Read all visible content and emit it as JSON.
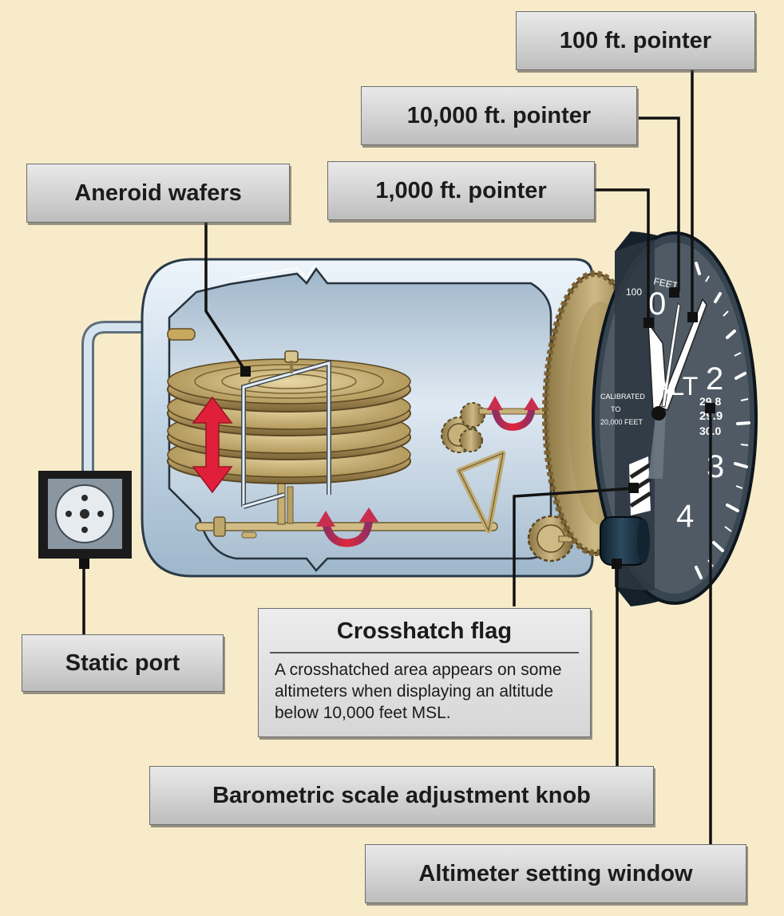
{
  "labels": {
    "pointer_100": "100 ft. pointer",
    "pointer_10000": "10,000 ft. pointer",
    "pointer_1000": "1,000 ft. pointer",
    "aneroid_wafers": "Aneroid wafers",
    "static_port": "Static port",
    "crosshatch_title": "Crosshatch flag",
    "crosshatch_desc": "A crosshatched area appears on some altimeters when displaying an altitude below 10,000 feet MSL.",
    "baro_knob": "Barometric scale adjustment knob",
    "setting_window": "Altimeter setting window"
  },
  "dial": {
    "numerals": [
      "0",
      "2",
      "3",
      "4"
    ],
    "alt_text": "ALT",
    "feet_word": "FEET",
    "hundred_mark": "100",
    "kollsman_values": [
      "29.8",
      "29.9",
      "30.0"
    ],
    "calibration_text": [
      "CALIBRATED",
      "TO",
      "20,000 FEET"
    ]
  },
  "colors": {
    "background": "#f7ebca",
    "case_fill": "#c9dcec",
    "wafer_gold": "#b8a16a",
    "arrow_red": "#e02034",
    "dial_face": "#4f5a64"
  }
}
